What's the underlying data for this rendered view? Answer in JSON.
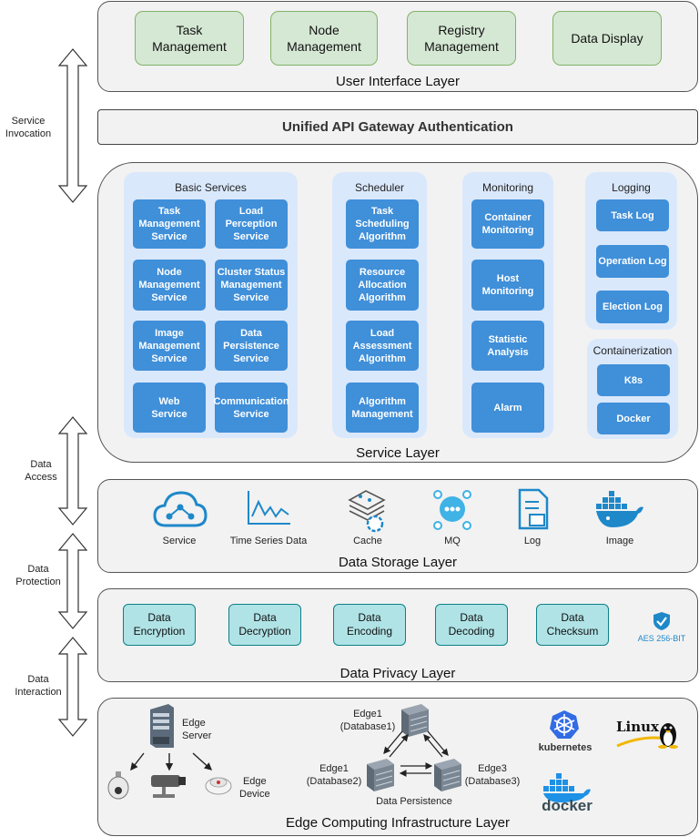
{
  "ui_layer": {
    "title": "User Interface Layer",
    "items": [
      "Task\nManagement",
      "Node\nManagement",
      "Registry\nManagement",
      "Data Display"
    ]
  },
  "gateway": {
    "label": "Unified API Gateway Authentication"
  },
  "service_layer": {
    "title": "Service Layer",
    "basic": {
      "title": "Basic Services",
      "items": [
        "Task\nManagement\nService",
        "Load\nPerception\nService",
        "Node\nManagement\nService",
        "Cluster Status\nManagement\nService",
        "Image\nManagement\nService",
        "Data\nPersistence\nService",
        "Web\nService",
        "Communication\nService"
      ]
    },
    "scheduler": {
      "title": "Scheduler",
      "items": [
        "Task\nScheduling\nAlgorithm",
        "Resource\nAllocation\nAlgorithm",
        "Load\nAssessment\nAlgorithm",
        "Algorithm\nManagement"
      ]
    },
    "monitoring": {
      "title": "Monitoring",
      "items": [
        "Container\nMonitoring",
        "Host\nMonitoring",
        "Statistic\nAnalysis",
        "Alarm"
      ]
    },
    "logging": {
      "title": "Logging",
      "items": [
        "Task Log",
        "Operation Log",
        "Election Log"
      ]
    },
    "containerization": {
      "title": "Containerization",
      "items": [
        "K8s",
        "Docker"
      ]
    }
  },
  "storage_layer": {
    "title": "Data Storage Layer",
    "items": [
      {
        "label": "Service",
        "icon": "cloud-network-icon"
      },
      {
        "label": "Time Series Data",
        "icon": "line-chart-icon"
      },
      {
        "label": "Cache",
        "icon": "cache-icon"
      },
      {
        "label": "MQ",
        "icon": "message-queue-icon"
      },
      {
        "label": "Log",
        "icon": "log-file-icon"
      },
      {
        "label": "Image",
        "icon": "docker-whale-icon"
      }
    ]
  },
  "privacy_layer": {
    "title": "Data Privacy Layer",
    "items": [
      "Data\nEncryption",
      "Data\nDecryption",
      "Data\nEncoding",
      "Data\nDecoding",
      "Data\nChecksum"
    ],
    "badge": "AES 256-BIT"
  },
  "edge_layer": {
    "title": "Edge Computing Infrastructure Layer",
    "edge_server": "Edge\nServer",
    "edge_device": "Edge\nDevice",
    "db_top": "Edge1\n(Database1)",
    "db_left": "Edge1\n(Database2)",
    "db_right": "Edge3\n(Database3)",
    "persistence": "Data Persistence",
    "kubernetes": "kubernetes",
    "linux": "Linux",
    "docker": "docker"
  },
  "side_labels": {
    "invocation": "Service\nInvocation",
    "access": "Data\nAccess",
    "protection": "Data\nProtection",
    "interaction": "Data\nInteraction"
  },
  "colors": {
    "service_blue": "#3f8fd9",
    "group_blue": "#dae8fc",
    "ui_green": "#d5e8d4",
    "privacy_teal": "#b0e3e6",
    "layer_gray": "#f2f2f2"
  }
}
